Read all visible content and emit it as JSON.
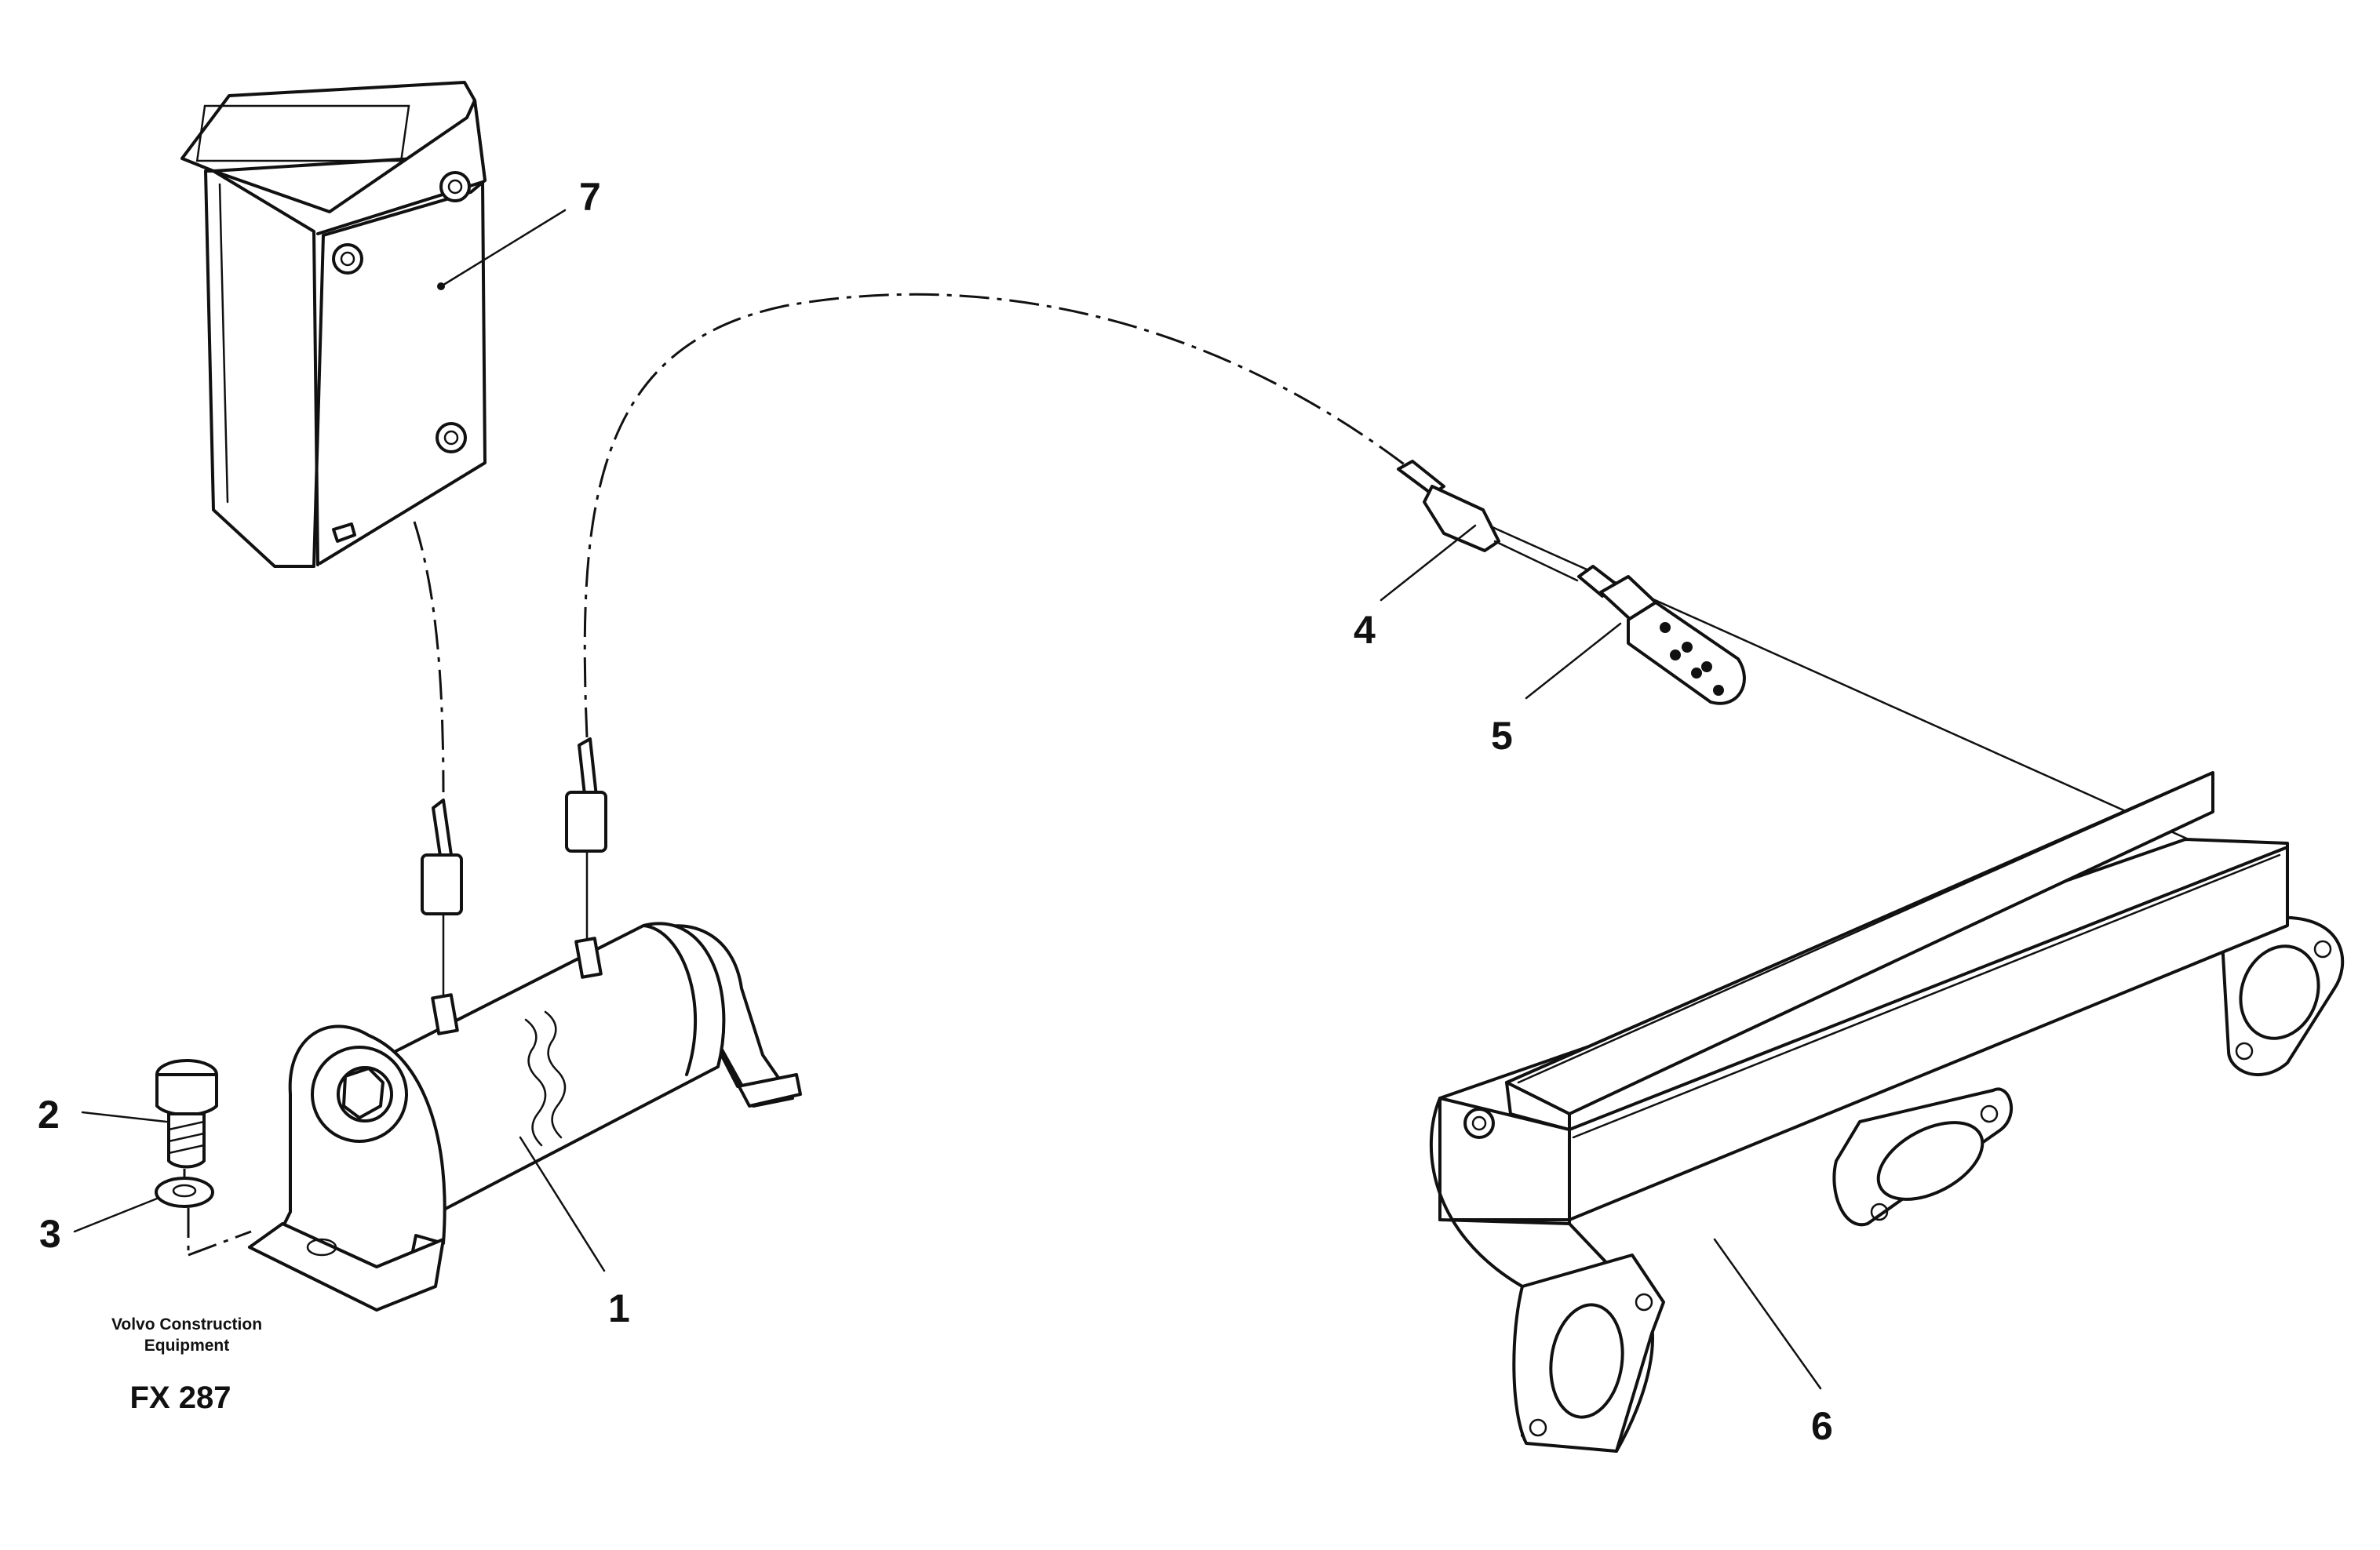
{
  "callouts": {
    "c1": "1",
    "c2": "2",
    "c3": "3",
    "c4": "4",
    "c5": "5",
    "c6": "6",
    "c7": "7"
  },
  "caption": {
    "line1": "Volvo Construction",
    "line2": "Equipment",
    "code": "FX 287"
  }
}
